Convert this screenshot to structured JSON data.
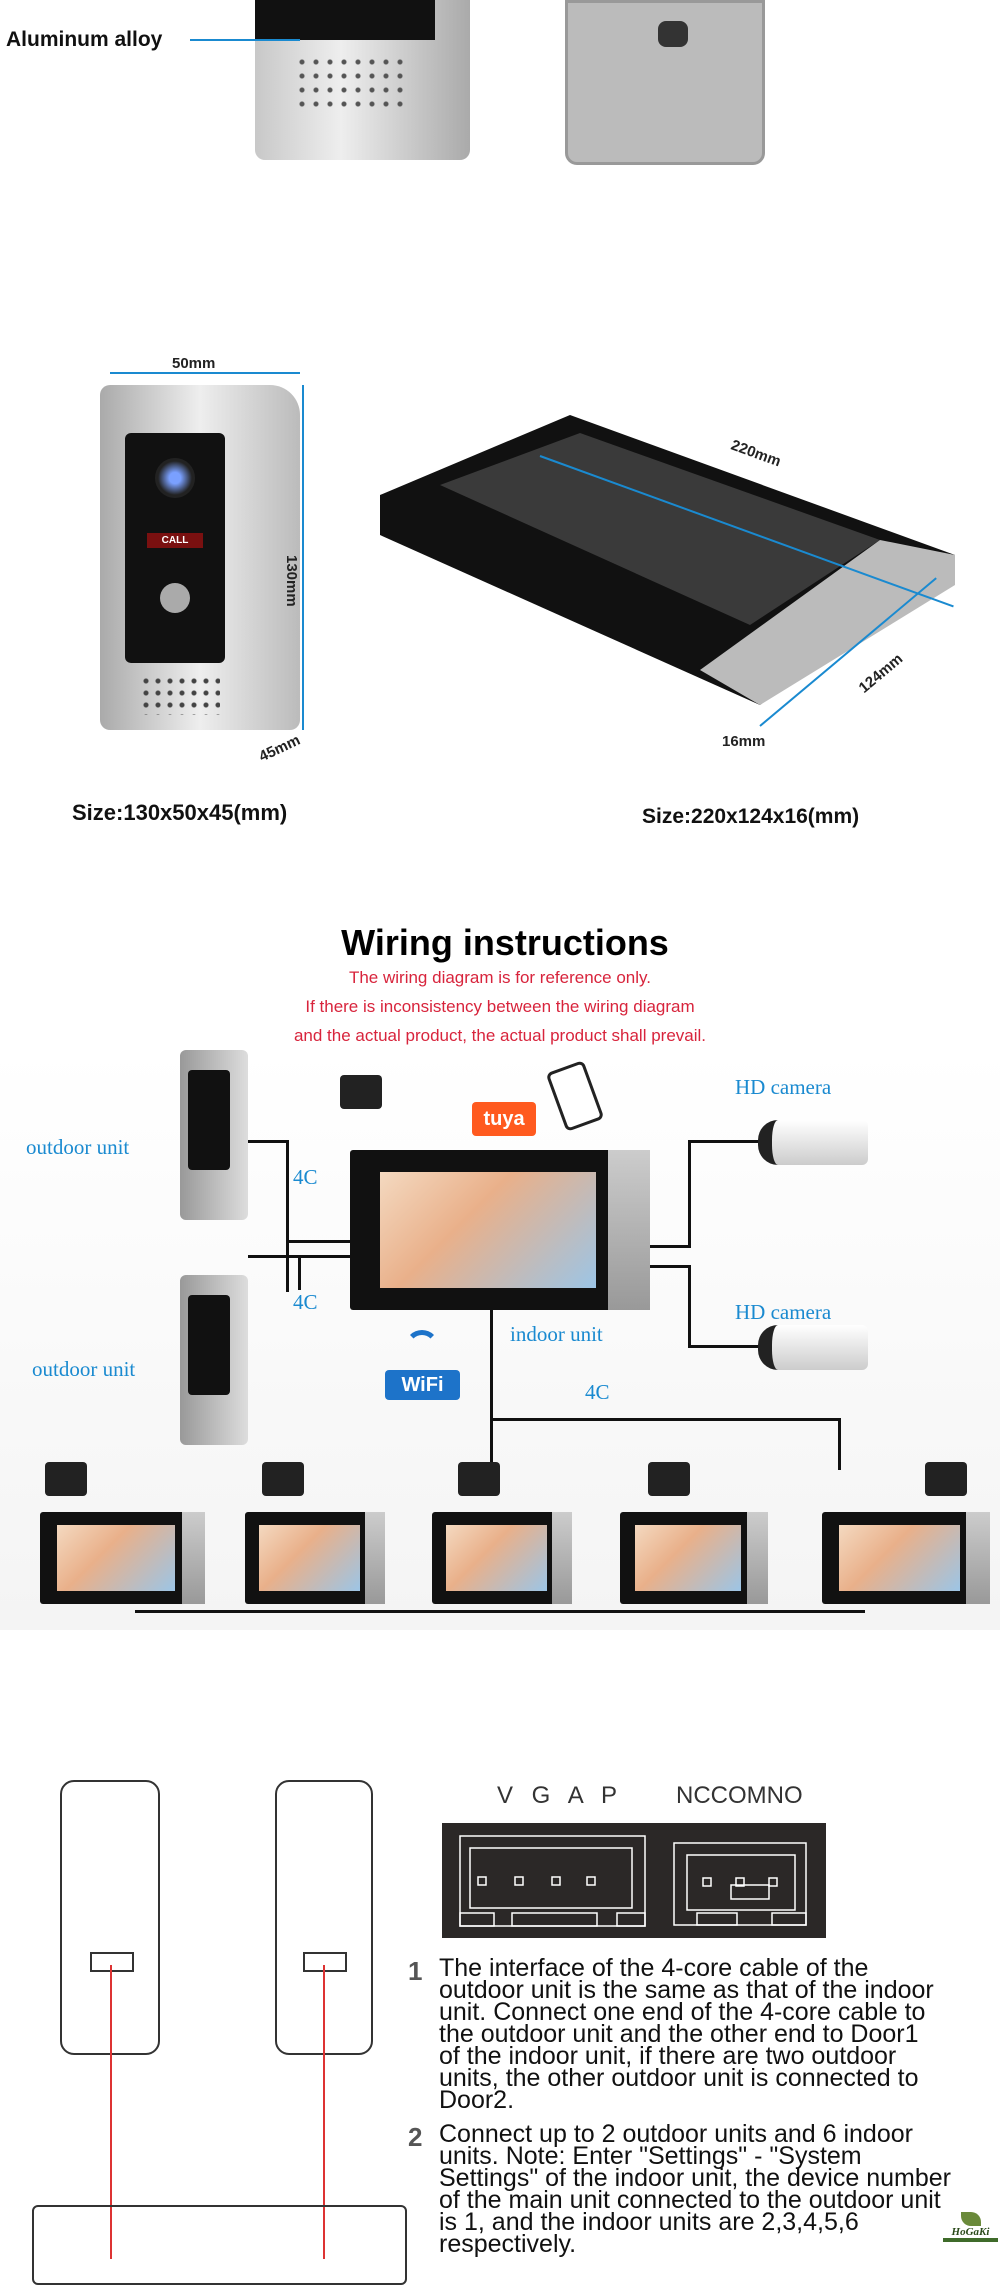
{
  "top": {
    "material_label": "Aluminum alloy"
  },
  "dimensions": {
    "outdoor": {
      "width": "50mm",
      "height": "130mm",
      "depth": "45mm",
      "button": "CALL",
      "size": "Size:130x50x45(mm)"
    },
    "indoor": {
      "width": "220mm",
      "height": "124mm",
      "depth": "16mm",
      "size": "Size:220x124x16(mm)"
    }
  },
  "wiring": {
    "title": "Wiring instructions",
    "notes": [
      "The wiring diagram is for reference only.",
      "If there is inconsistency between the wiring diagram",
      "and the actual product, the actual product shall prevail."
    ],
    "labels": {
      "outdoor1": "outdoor unit",
      "outdoor2": "outdoor unit",
      "indoor": "indoor unit",
      "camera1": "HD camera",
      "camera2": "HD camera",
      "cable1": "4C",
      "cable2": "4C",
      "cable3": "4C",
      "tuya": "tuya",
      "wifi": "WiFi"
    }
  },
  "interface": {
    "pins_left": "V G A P",
    "pins_right": "NCCOMNO",
    "steps": [
      {
        "n": "1",
        "text": "The interface of the 4-core cable of the outdoor unit is the same as that of the indoor unit. Connect one end of the 4-core cable to the outdoor unit and the other end to Door1 of the indoor unit, if there are two outdoor units, the other outdoor unit is connected to Door2."
      },
      {
        "n": "2",
        "text": "Connect up to 2 outdoor units and 6 indoor units. Note: Enter \"Settings\" - \"System Settings\" of the indoor unit, the device number of the main unit connected to the outdoor unit is 1, and the indoor units are 2,3,4,5,6 respectively."
      }
    ],
    "logo": "HoGaKi"
  }
}
